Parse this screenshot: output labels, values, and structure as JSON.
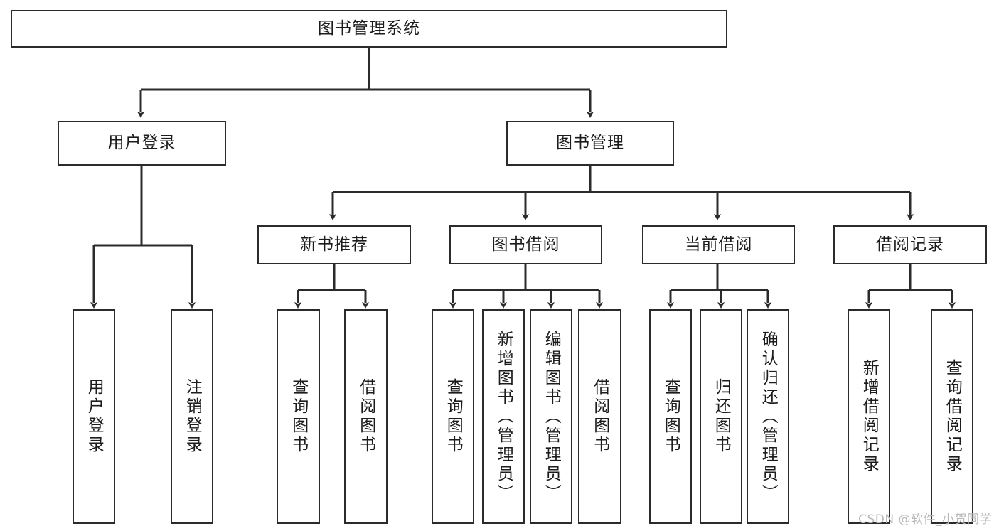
{
  "diagram": {
    "title": "图书管理系统",
    "type": "tree-hierarchy",
    "watermark": "CSDN @软件_小贺同学",
    "colors": {
      "stroke": "#2b2b2b",
      "fill": "#ffffff",
      "text": "#1c1c1c",
      "watermark": "#b9b9b9"
    },
    "root": {
      "label": "图书管理系统"
    },
    "level2": [
      {
        "label": "用户登录"
      },
      {
        "label": "图书管理"
      }
    ],
    "level3": [
      {
        "label": "新书推荐"
      },
      {
        "label": "图书借阅"
      },
      {
        "label": "当前借阅"
      },
      {
        "label": "借阅记录"
      }
    ],
    "leaves": {
      "user_login": [
        {
          "label": "用户登录"
        },
        {
          "label": "注销登录"
        }
      ],
      "new_book_recommend": [
        {
          "label": "查询图书"
        },
        {
          "label": "借阅图书"
        }
      ],
      "book_borrow": [
        {
          "label": "查询图书"
        },
        {
          "label": "新增图书（管理员）"
        },
        {
          "label": "编辑图书（管理员）"
        },
        {
          "label": "借阅图书"
        }
      ],
      "current_borrow": [
        {
          "label": "查询图书"
        },
        {
          "label": "归还图书"
        },
        {
          "label": "确认归还（管理员）"
        }
      ],
      "borrow_record": [
        {
          "label": "新增借阅记录"
        },
        {
          "label": "查询借阅记录"
        }
      ]
    }
  }
}
